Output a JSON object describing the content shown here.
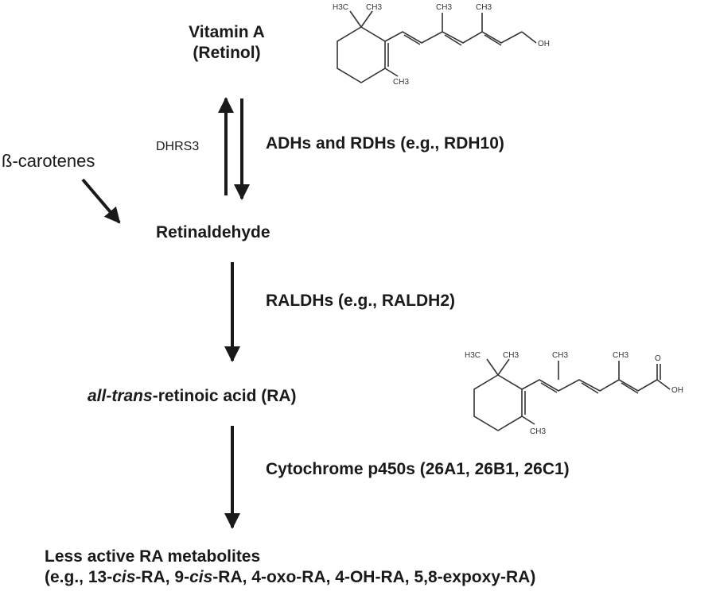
{
  "nodes": {
    "vitamin_a": {
      "line1": "Vitamin A",
      "line2": "(Retinol)"
    },
    "carotenes": "ß-carotenes",
    "retinaldehyde": "Retinaldehyde",
    "retinoic_acid": {
      "italic": "all-trans",
      "rest": "-retinoic acid (RA)"
    },
    "metabolites": {
      "line1": "Less active RA metabolites",
      "line2_parts": [
        "(e.g., 13-",
        "cis",
        "-RA, 9-",
        "cis",
        "-RA, 4-oxo-RA, 4-OH-RA, 5,8-expoxy-RA)"
      ]
    }
  },
  "enzymes": {
    "dhrs3": "DHRS3",
    "adh_rdh": "ADHs and RDHs (e.g., RDH10)",
    "raldh": "RALDHs (e.g., RALDH2)",
    "cyp": "Cytochrome p450s (26A1, 26B1, 26C1)"
  },
  "structures": {
    "retinol": {
      "labels": [
        "H3C",
        "CH3",
        "CH3",
        "CH3",
        "CH3",
        "OH"
      ]
    },
    "retinoic_acid": {
      "labels": [
        "H3C",
        "CH3",
        "CH3",
        "CH3",
        "CH3",
        "O",
        "OH"
      ]
    }
  }
}
